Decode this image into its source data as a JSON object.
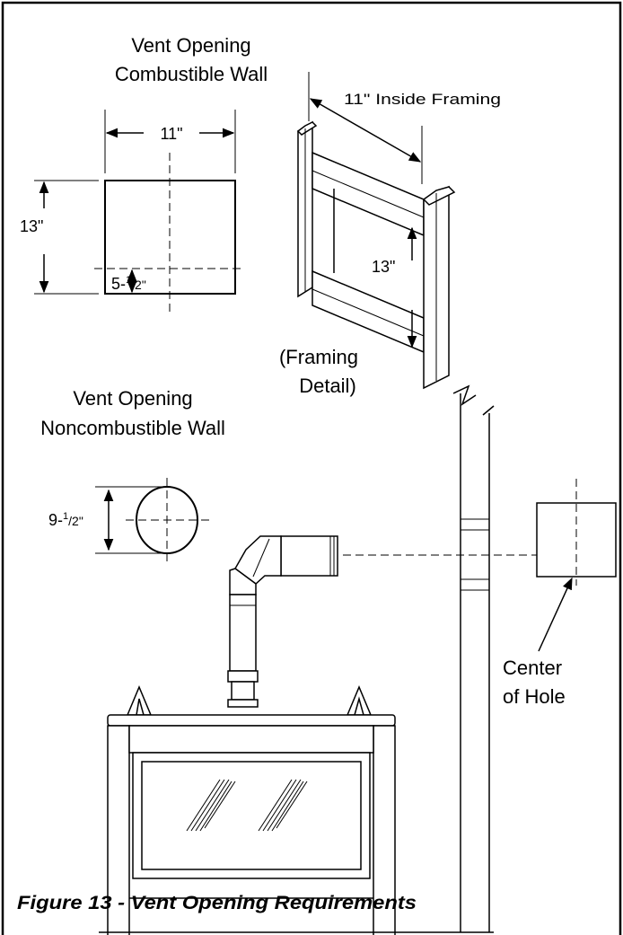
{
  "combustible": {
    "title_line1": "Vent Opening",
    "title_line2": "Combustible Wall",
    "width": "11\"",
    "height": "13\"",
    "center_offset_whole": "5-",
    "center_offset_num": "1",
    "center_offset_den": "/2\""
  },
  "framing": {
    "inside_label": "11\" Inside Framing",
    "height": "13\"",
    "caption_line1": "(Framing",
    "caption_line2": "Detail)"
  },
  "noncombustible": {
    "title_line1": "Vent Opening",
    "title_line2": "Noncombustible Wall",
    "diameter_whole": "9-",
    "diameter_num": "1",
    "diameter_den": "/2\""
  },
  "center": {
    "line1": "Center",
    "line2": "of Hole"
  },
  "figure": {
    "caption": "Figure 13 - Vent Opening Requirements"
  }
}
